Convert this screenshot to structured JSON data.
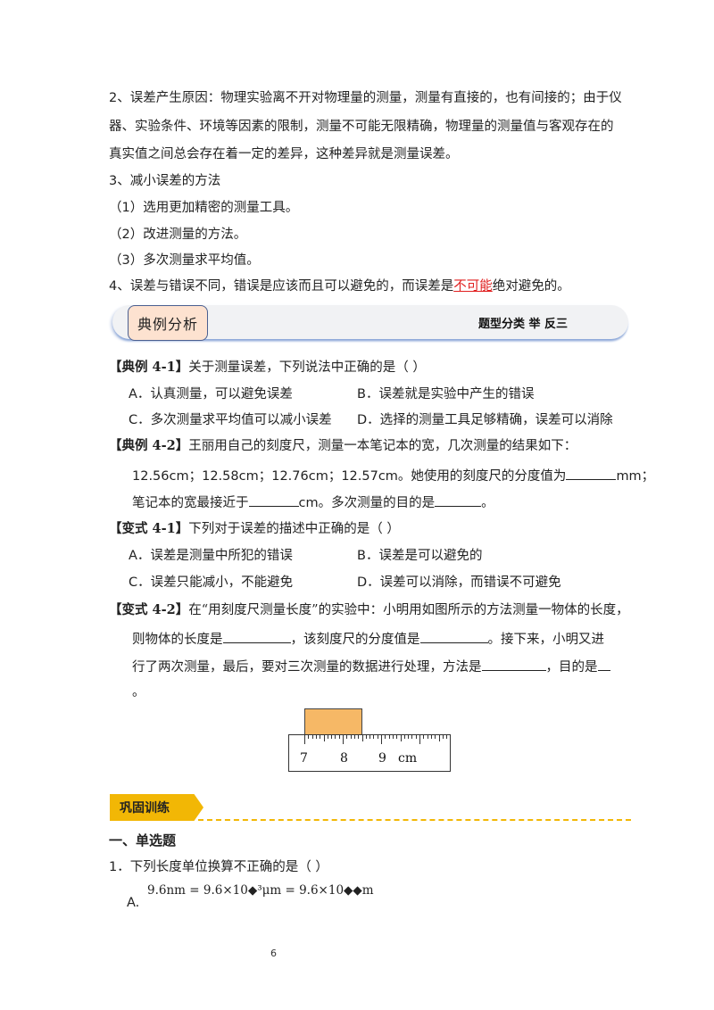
{
  "section2": {
    "line1": "2、误差产生原因：物理实验离不开对物理量的测量，测量有直接的，也有间接的；由于仪",
    "line2": "器、实验条件、环境等因素的限制，测量不可能无限精确，物理量的测量值与客观存在的",
    "line3": "真实值之间总会存在着一定的差异，这种差异就是测量误差。"
  },
  "section3": {
    "title": "3、减小误差的方法",
    "items": [
      "（1）选用更加精密的测量工具。",
      "（2）改进测量的方法。",
      "（3）多次测量求平均值。"
    ]
  },
  "section4": {
    "before": "4、误差与错误不同，错误是应该而且可以避免的，而误差是",
    "highlight": "不可能",
    "after": "绝对避免的。"
  },
  "banner": {
    "tag": "典例分析",
    "right": "题型分类  举  反三"
  },
  "example41": {
    "label": "【典例 4-1】",
    "stem": "关于测量误差，下列说法中正确的是（  ）",
    "options": [
      "A．认真测量，可以避免误差",
      "B．误差就是实验中产生的错误",
      "C．多次测量求平均值可以减小误差",
      "D．选择的测量工具足够精确，误差可以消除"
    ]
  },
  "example42": {
    "label": "【典例 4-2】",
    "stem": "王丽用自己的刻度尺，测量一本笔记本的宽，几次测量的结果如下：",
    "line2_a": "12.56cm；12.58cm；12.76cm；12.57cm。她使用的刻度尺的分度值为",
    "line2_b": "mm；",
    "line3_a": "笔记本的宽最接近于",
    "line3_b": "cm。多次测量的目的是",
    "line3_c": "。"
  },
  "variant41": {
    "label": "【变式 4-1】",
    "stem": "下列对于误差的描述中正确的是（     ）",
    "options": [
      "A．误差是测量中所犯的错误",
      "B．误差是可以避免的",
      "C．误差只能减小，不能避免",
      "D．误差可以消除，而错误不可避免"
    ]
  },
  "variant42": {
    "label": "【变式 4-2】",
    "stem": "在“用刻度尺测量长度”的实验中：小明用如图所示的方法测量一物体的长度，",
    "line2_a": "则物体的长度是",
    "line2_b": "，该刻度尺的分度值是",
    "line2_c": "。接下来，小明又进",
    "line3_a": "行了两次测量，最后，要对三次测量的数据进行处理，方法是",
    "line3_b": "，目的是",
    "line4": "。"
  },
  "ruler_figure": {
    "labels": [
      "7",
      "8",
      "9",
      "cm"
    ]
  },
  "practice": {
    "tag": "巩固训练",
    "section_title": "一、单选题",
    "q1_stem": "1．下列长度单位换算不正确的是（     ）",
    "q1_option_label": "A.",
    "q1_option_formula": "9.6nm = 9.6×10◆³μm = 9.6×10◆◆m"
  },
  "page_number": "6"
}
